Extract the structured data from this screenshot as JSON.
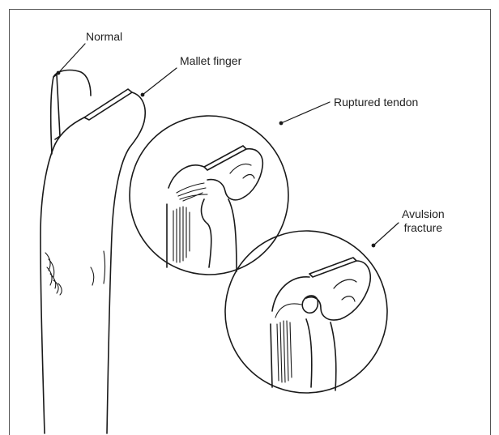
{
  "labels": {
    "normal": "Normal",
    "mallet_finger": "Mallet finger",
    "ruptured_tendon": "Ruptured tendon",
    "avulsion_fracture_line1": "Avulsion",
    "avulsion_fracture_line2": "fracture"
  },
  "colors": {
    "ink": "#1a1a1a",
    "background": "#ffffff"
  }
}
